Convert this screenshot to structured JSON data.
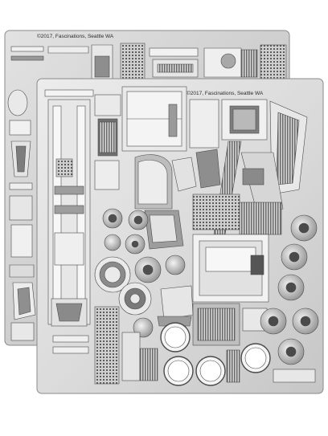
{
  "image": {
    "description_kind": "photo-like product image of two metal model-kit etched sheets",
    "colors": {
      "background": "#ffffff",
      "sheet_back": "#d4d4d4",
      "sheet_front": "#dedede",
      "part_dark": "#6d6d6d",
      "part_mid": "#9a9a9a",
      "part_light": "#f1f1f1",
      "outline": "#4a4a4a"
    }
  },
  "sheets": {
    "back": {
      "credit": "©2017, Fascinations, Seattle WA"
    },
    "front": {
      "credit": "©2017, Fascinations, Seattle WA"
    }
  }
}
